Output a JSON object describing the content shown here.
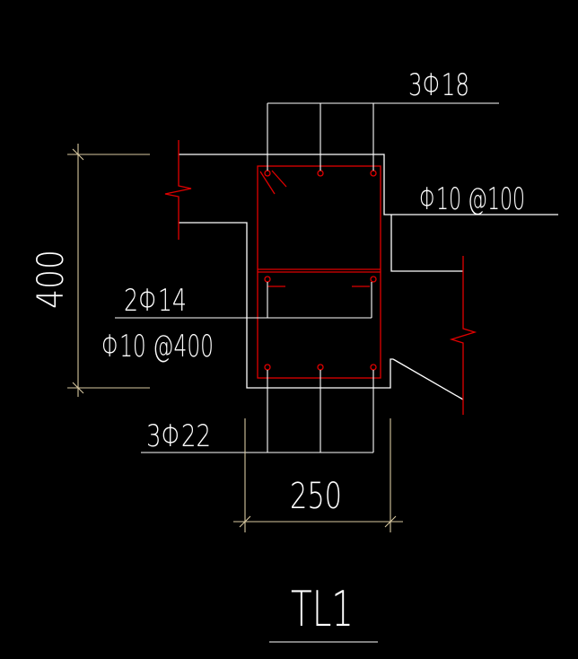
{
  "colors": {
    "background": "#000000",
    "lines": "#ffffff",
    "stirrup": "#e00000",
    "break_symbol": "#e00000",
    "dimension": "#d8c9a0"
  },
  "labels": {
    "top_bars": "3Φ18",
    "stirrup_spec": "Φ10 @100",
    "side_bars": "2Φ14",
    "tie_spec": "Φ10 @400",
    "bottom_bars": "3Φ22",
    "height_dim": "400",
    "width_dim": "250",
    "beam_title": "TL1"
  }
}
